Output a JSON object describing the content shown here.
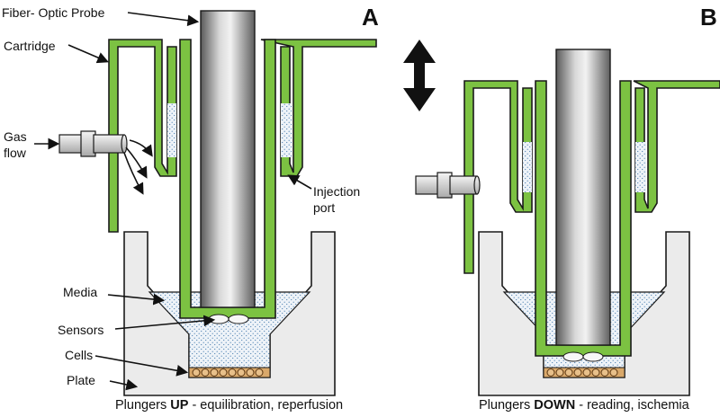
{
  "panels": {
    "a_letter": "A",
    "b_letter": "B"
  },
  "labels": {
    "probe": "Fiber- Optic Probe",
    "cartridge": "Cartridge",
    "gas_line1": "Gas",
    "gas_line2": "flow",
    "injection_line1": "Injection",
    "injection_line2": "port",
    "media": "Media",
    "sensors": "Sensors",
    "cells": "Cells",
    "plate": "Plate"
  },
  "captions": {
    "a_prefix": "Plungers ",
    "a_state": "UP",
    "a_suffix": " - equilibration, reperfusion",
    "b_prefix": "Plungers ",
    "b_state": "DOWN",
    "b_suffix": " - reading, ischemia"
  },
  "colors": {
    "cartridge_green": "#7cc242",
    "probe_gray": "#9a9a9a",
    "plate_gray": "#ebebeb",
    "media_dots": "#4a7fb0",
    "cells_tan": "#d9a86a"
  },
  "icons": {
    "motion": "double-arrow-vertical-icon"
  }
}
